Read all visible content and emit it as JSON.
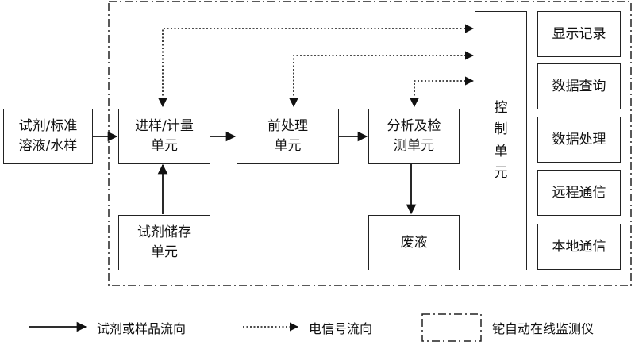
{
  "blocks": {
    "input_sample": "试剂/标准\n溶液/水样",
    "sampling_metering": "进样/计量\n单元",
    "pretreatment": "前处理\n单元",
    "analysis_detection": "分析及检\n测单元",
    "reagent_storage": "试剂储存\n单元",
    "waste_liquid": "废液",
    "control_unit": "控\n制\n单\n元",
    "display_record": "显示记录",
    "data_query": "数据查询",
    "data_processing": "数据处理",
    "remote_comm": "远程通信",
    "local_comm": "本地通信"
  },
  "legend": {
    "flow_line": "试剂或样品流向",
    "signal_line": "电信号流向",
    "instrument_boundary": "铊自动在线监测仪"
  }
}
